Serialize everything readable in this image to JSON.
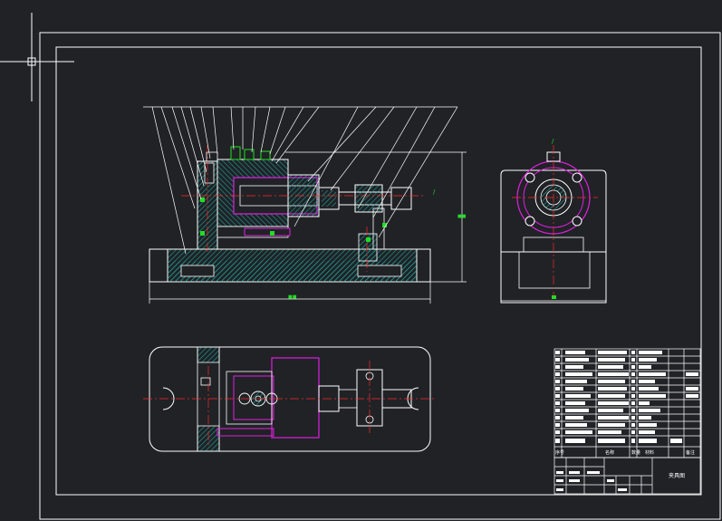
{
  "drawing": {
    "background": "#202226",
    "colors": {
      "outline": "#ffffff",
      "hatch": "#1aa39a",
      "fixture": "#e020e0",
      "center": "#ff2a2a",
      "dimension": "#22dd22",
      "leader": "#ffffff"
    },
    "front_view": {
      "overall_length_label": "■■",
      "height_label": "■■",
      "section_note": "/"
    },
    "side_view": {
      "top_note": "/"
    },
    "title_block": {
      "parts_header": [
        "序号",
        "名称",
        "数量",
        "材料",
        "备注"
      ],
      "drawing_name": "夹具图"
    }
  }
}
